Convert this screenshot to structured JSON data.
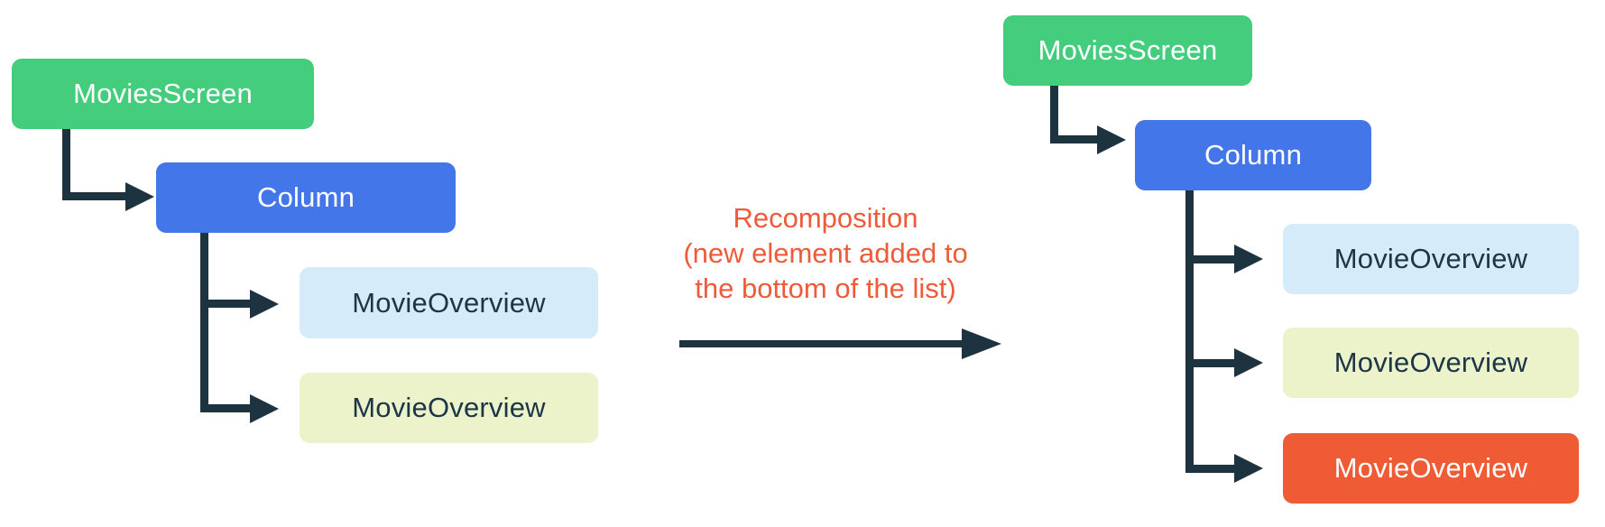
{
  "colors": {
    "background": "#ffffff",
    "green": "#43CD7D",
    "blue": "#4377E9",
    "light-blue": "#D5EBFA",
    "pale-yellow": "#ECF2CA",
    "orange": "#EF5B35",
    "connector": "#1D3340",
    "dark-text": "#1C3547",
    "white-text": "#FFFFFF",
    "annotation": "#EE5B3A"
  },
  "before": {
    "root_label": "MoviesScreen",
    "column_label": "Column",
    "children": [
      {
        "label": "MovieOverview"
      },
      {
        "label": "MovieOverview"
      }
    ]
  },
  "transition": {
    "line1": "Recomposition",
    "line2": "(new element added to",
    "line3": "the bottom of the list)"
  },
  "after": {
    "root_label": "MoviesScreen",
    "column_label": "Column",
    "children": [
      {
        "label": "MovieOverview"
      },
      {
        "label": "MovieOverview"
      },
      {
        "label": "MovieOverview"
      }
    ]
  }
}
